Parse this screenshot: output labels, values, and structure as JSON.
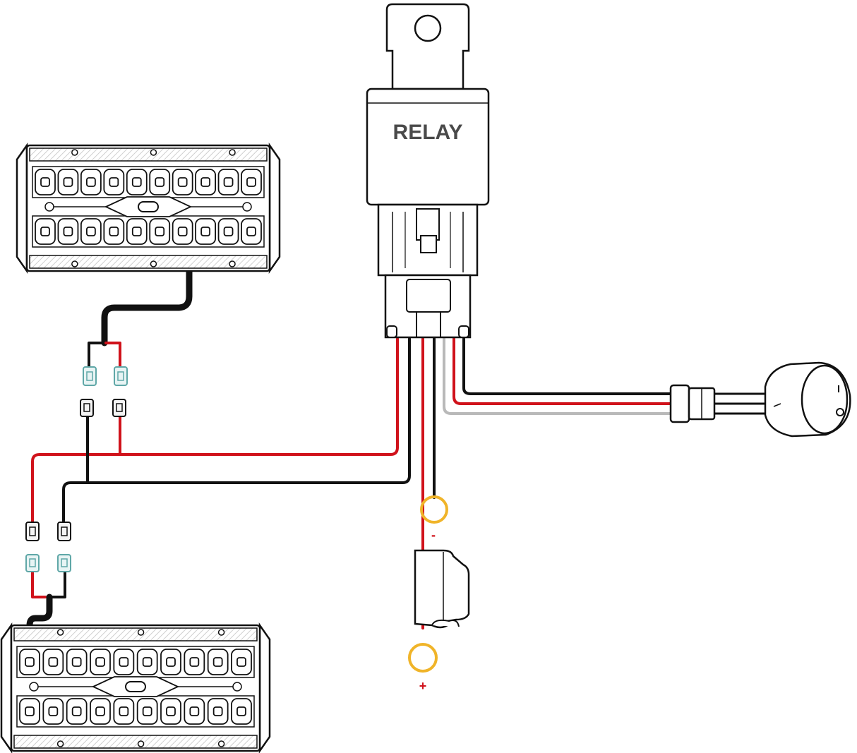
{
  "relay": {
    "label": "RELAY"
  },
  "battery": {
    "negative_label": "-",
    "positive_label": "+"
  },
  "colors": {
    "red_wire": "#d0121b",
    "black_wire": "#111111",
    "gray_wire": "#b9b9b9",
    "ring_terminal": "#f0b429",
    "outline": "#111111"
  },
  "components": [
    "light-bar-top",
    "light-bar-bottom",
    "relay",
    "rocker-switch",
    "inline-fuse-holder",
    "ring-terminal-negative",
    "ring-terminal-positive"
  ]
}
